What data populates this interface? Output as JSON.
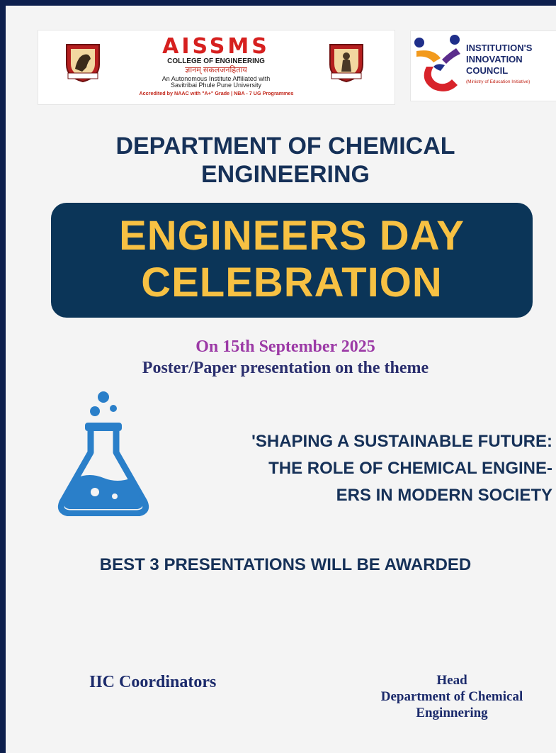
{
  "header": {
    "college": {
      "name": "AISSMS",
      "subtitle": "COLLEGE OF ENGINEERING",
      "motto": "ज्ञानम् सकलजनहिताय",
      "affiliation_line1": "An Autonomous Institute Affiliated with",
      "affiliation_line2": "Savitribai Phule Pune University",
      "accreditation": "Accredited by NAAC with \"A+\" Grade | NBA - 7 UG Programmes"
    },
    "iic": {
      "line1": "INSTITUTION'S",
      "line2": "INNOVATION",
      "line3": "COUNCIL",
      "subtitle": "(Ministry of Education Initiative)"
    }
  },
  "department": {
    "line1": "DEPARTMENT OF CHEMICAL",
    "line2": "ENGINEERING"
  },
  "event": {
    "title_line1": "ENGINEERS DAY",
    "title_line2": "CELEBRATION"
  },
  "details": {
    "date": "On 15th September 2025",
    "intro": "Poster/Paper presentation on the theme"
  },
  "theme": {
    "line1": "'SHAPING A SUSTAINABLE FUTURE:",
    "line2": "THE ROLE OF CHEMICAL ENGINE-",
    "line3": "ERS IN MODERN SOCIETY"
  },
  "award": "BEST 3 PRESENTATIONS WILL BE AWARDED",
  "footer": {
    "left": "IIC Coordinators",
    "right_line1": "Head",
    "right_line2": "Department of Chemical",
    "right_line3": "Enginnering"
  },
  "colors": {
    "navy": "#0b3558",
    "gold": "#f7c143",
    "purple": "#9c3aa6",
    "red": "#d6201f",
    "flask_blue": "#2a7fc9"
  },
  "icons": [
    "lion-emblem-icon",
    "statue-emblem-icon",
    "iic-logo-icon",
    "chemistry-flask-icon"
  ]
}
